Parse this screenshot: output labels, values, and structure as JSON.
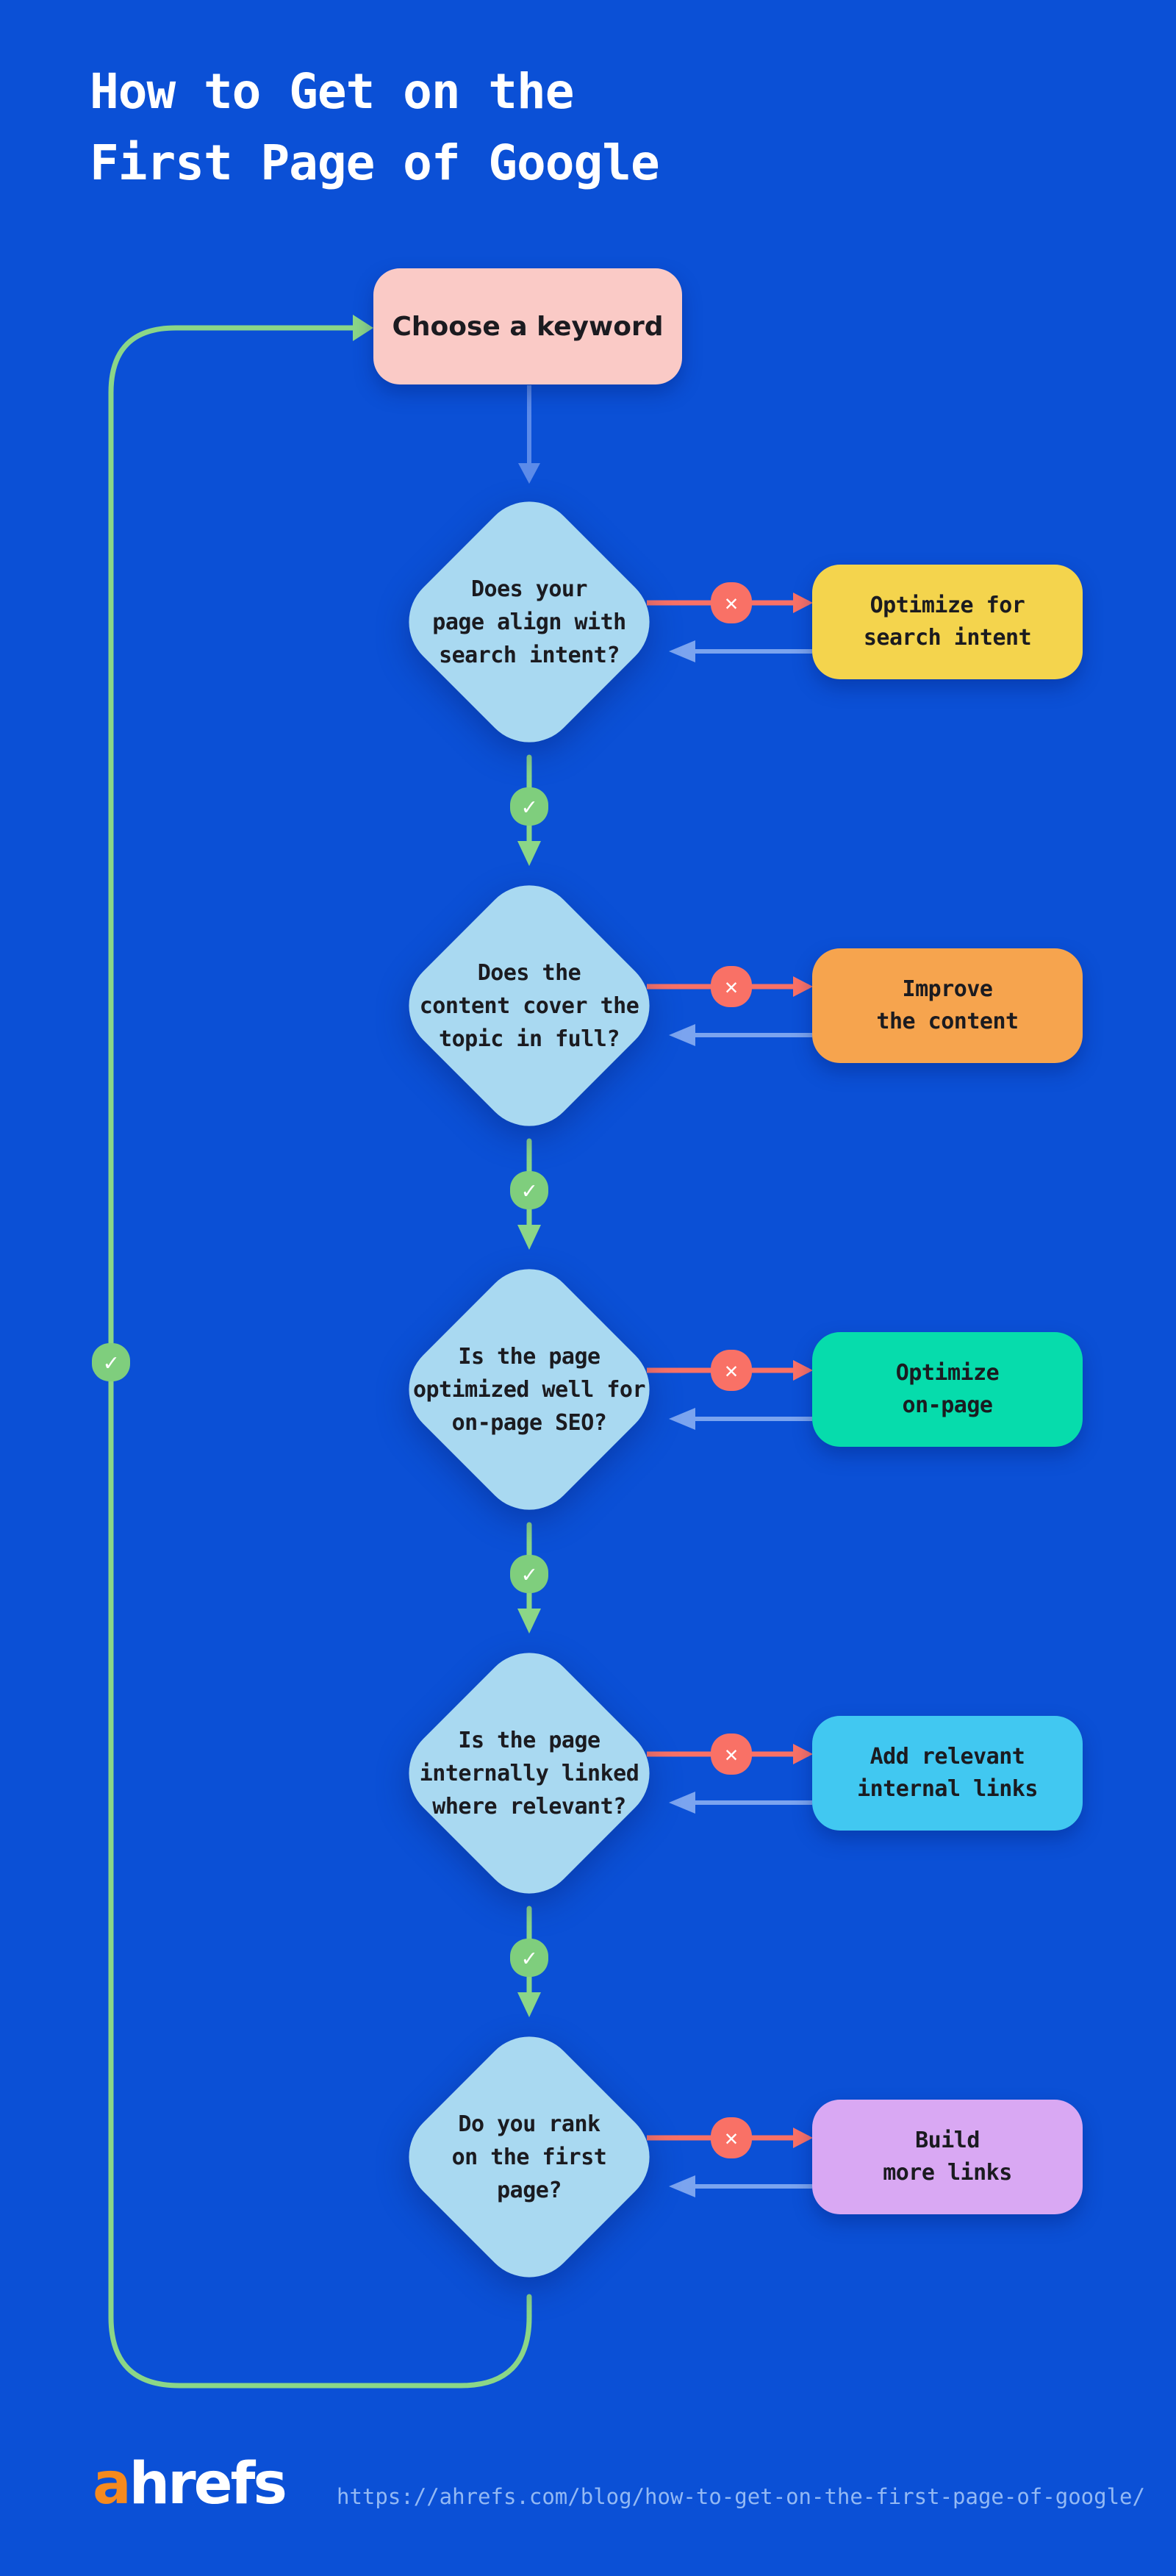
{
  "palette": {
    "background": "#0B50D6",
    "title_text": "#FFFFFF",
    "node_fill": "#A9D9F1",
    "node_text": "#1B1B20",
    "start_fill": "#FACAC6",
    "yes_green_line": "#8BD687",
    "yes_badge_green": "#7FCE7D",
    "no_red": "#F97166",
    "connector_blue": "#5C8BE9",
    "return_blue": "#7BA4EF",
    "url_text": "#93B9F4",
    "logo_orange": "#F68A1E"
  },
  "title": {
    "text": "How to Get on the\nFirst Page of Google"
  },
  "flow": {
    "start_label": "Choose a keyword",
    "yes_icon": "✓",
    "no_icon": "✕",
    "steps": [
      {
        "question": "Does your\npage align with\nsearch intent?",
        "action_label": "Optimize for\nsearch intent",
        "action_color": "#F4D44D"
      },
      {
        "question": "Does the\ncontent cover the\ntopic in full?",
        "action_label": "Improve\nthe content",
        "action_color": "#F6A44E"
      },
      {
        "question": "Is the page\noptimized well for\non-page SEO?",
        "action_label": "Optimize\non-page",
        "action_color": "#06DCAC"
      },
      {
        "question": "Is the page\ninternally linked\nwhere relevant?",
        "action_label": "Add relevant\ninternal links",
        "action_color": "#41C8F1"
      },
      {
        "question": "Do you rank\non the first\npage?",
        "action_label": "Build\nmore links",
        "action_color": "#D9A8F3"
      }
    ]
  },
  "footer": {
    "logo_prefix": "a",
    "logo_rest": "hrefs",
    "url": "https://ahrefs.com/blog/how-to-get-on-the-first-page-of-google/"
  }
}
